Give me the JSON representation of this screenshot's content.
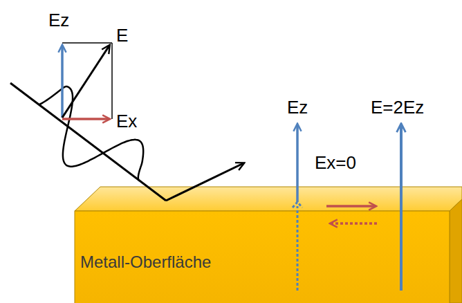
{
  "diagram": {
    "nodes": [
      {
        "text": [
          "Metall-Oberfläche"
        ]
      }
    ],
    "labels": [
      "Ez",
      "E",
      "Ex",
      "Ez",
      "Ex=0",
      "E=2Ez"
    ]
  }
}
